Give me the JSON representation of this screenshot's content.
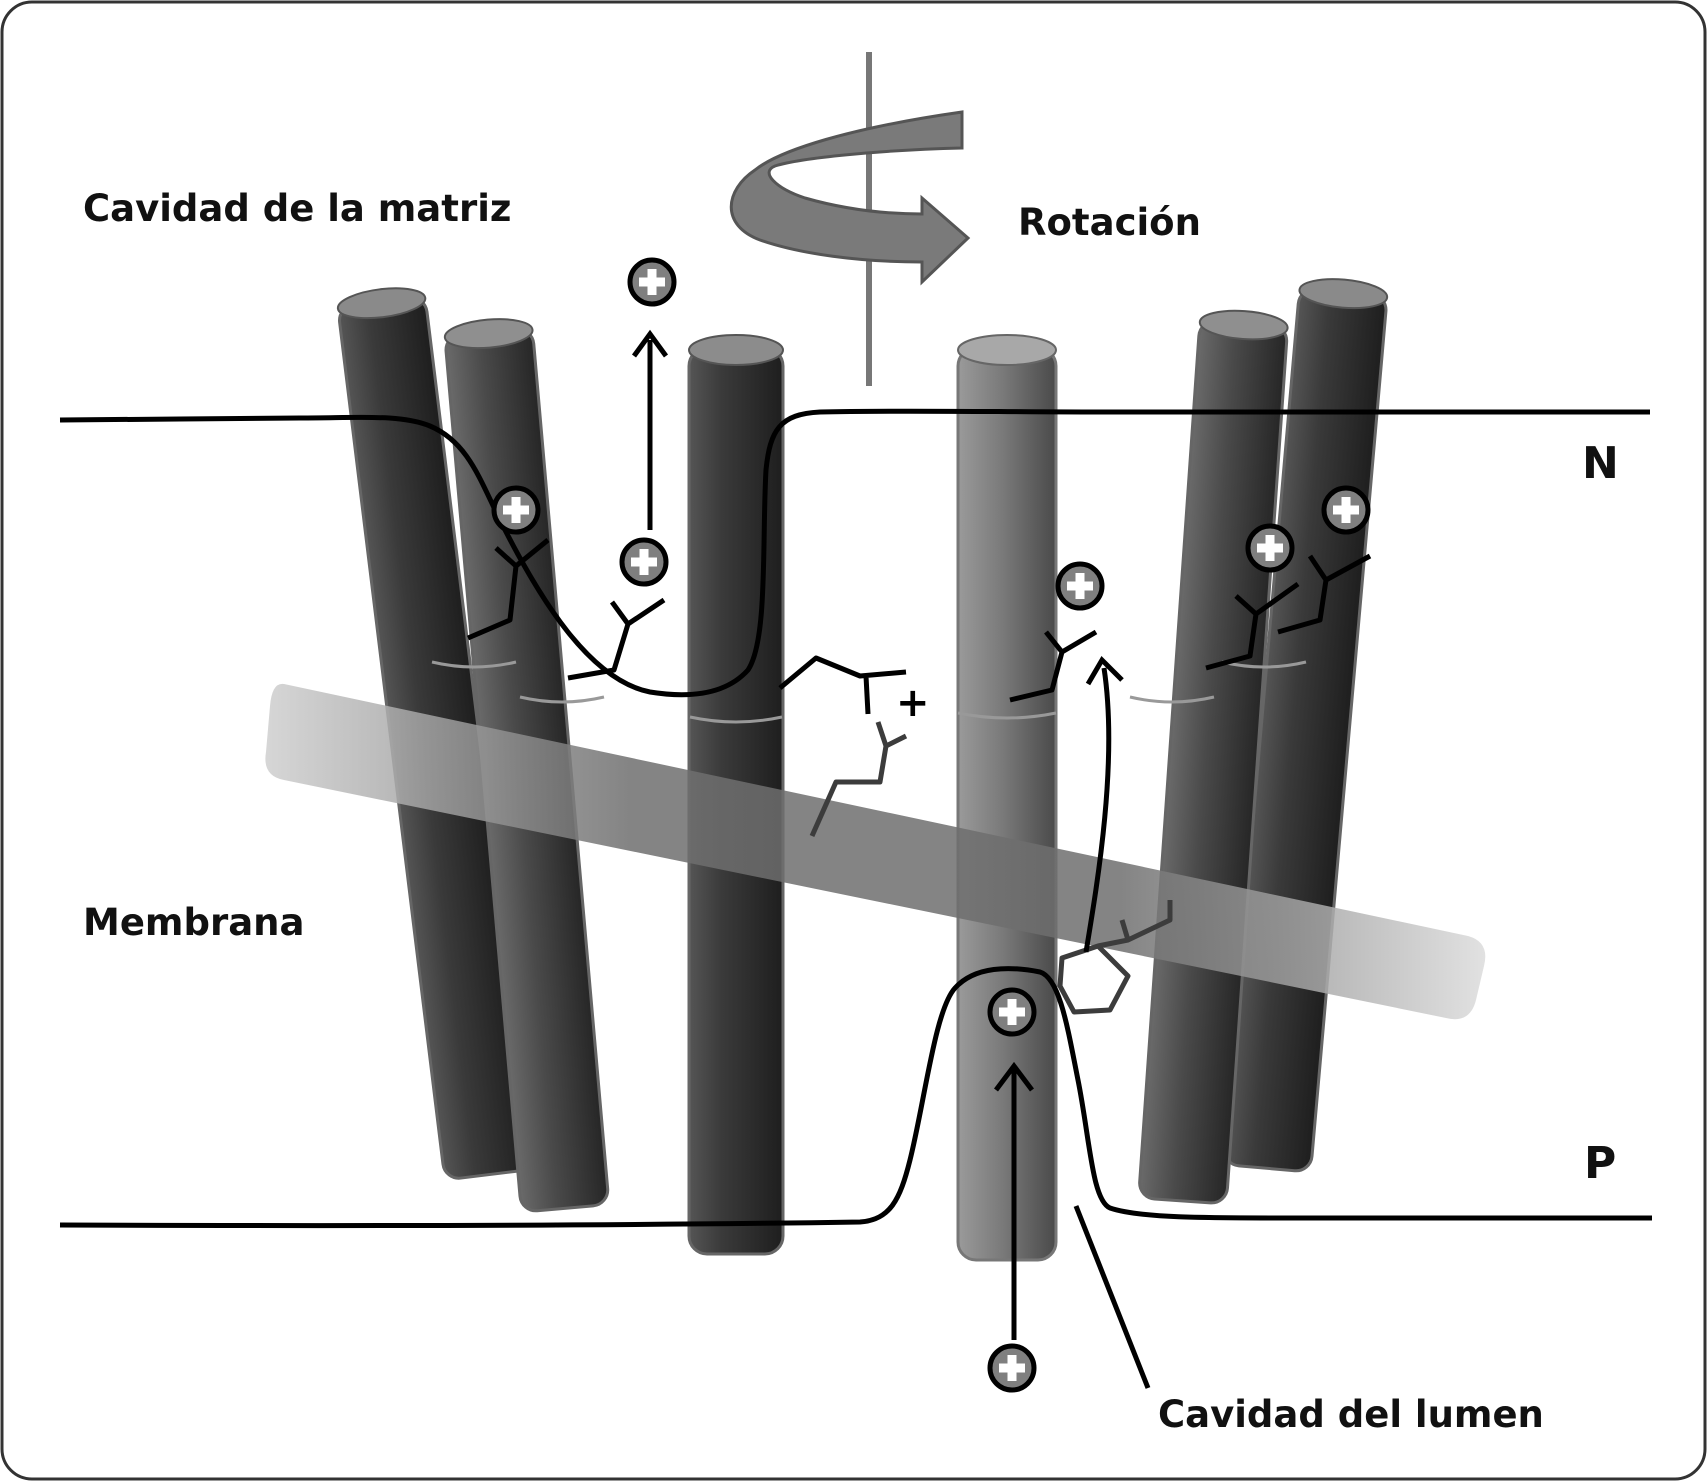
{
  "labels": {
    "matrix": "Cavidad de la matriz",
    "rotation": "Rotación",
    "membrane": "Membrana",
    "lumen": "Cavidad del lumen",
    "n_side": "N",
    "p_side": "P",
    "residue_charge": "+"
  },
  "icons": {
    "proton": "proton-plus-icon",
    "rotation_arrow": "curved-rotation-arrow-icon"
  },
  "colors": {
    "background": "#ffffff",
    "frame": "#333333",
    "helix_dark": "#2e2e2e",
    "helix_light": "#8a8a8a",
    "membrane_band": "#7a7a7a",
    "proton_fill": "#808080",
    "line": "#000000"
  }
}
